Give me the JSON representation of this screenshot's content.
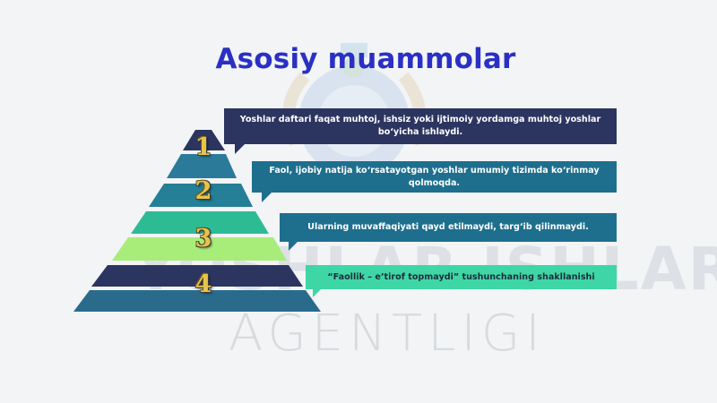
{
  "title": "Asosiy muammolar",
  "watermark": {
    "line1": "YOSHLAR ISHLARI",
    "line2": "AGENTLIGI"
  },
  "pyramid_levels": [
    {
      "number": "1",
      "color": "#2c3560"
    },
    {
      "number": "2",
      "color": "#2b7a9a"
    },
    {
      "number": "3",
      "color": "#a8ed7a"
    },
    {
      "number": "4",
      "color": "#2c3560"
    }
  ],
  "callouts": [
    {
      "text": "Yoshlar daftari faqat muhtoj, ishsiz yoki ijtimoiy yordamga muhtoj yoshlar bo‘yicha ishlaydi.",
      "color": "#2c3560"
    },
    {
      "text": "Faol, ijobiy natija ko‘rsatayotgan yoshlar umumiy tizimda ko‘rinmay qolmoqda.",
      "color": "#1e6f8e"
    },
    {
      "text": "Ularning muvaffaqiyati qayd etilmaydi, targ‘ib qilinmaydi.",
      "color": "#1e6f8e"
    },
    {
      "text": "“Faollik – e’tirof topmaydi” tushunchaning shakllanishi",
      "color": "#3fd6a6",
      "text_color": "#1d2a3a"
    }
  ]
}
